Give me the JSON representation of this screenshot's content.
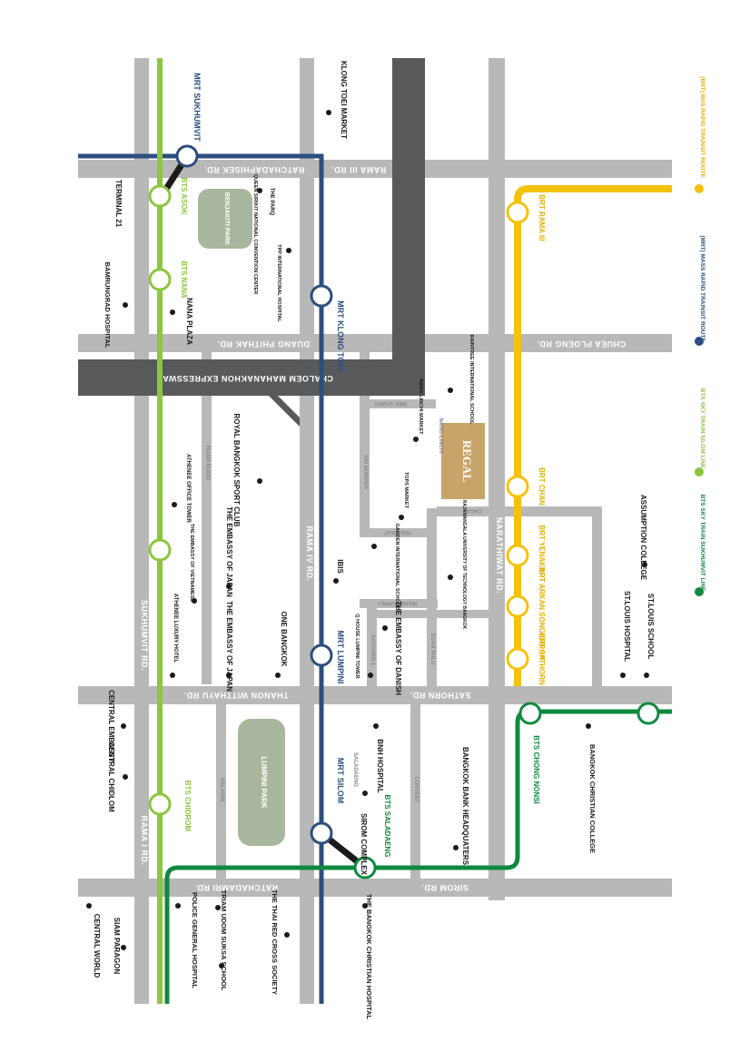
{
  "colors": {
    "road": "#b8b8b8",
    "expressway": "#58595b",
    "bts_sukhumvit": "#8cc63f",
    "bts_silom": "#0e8a3e",
    "mrt": "#2b4f7e",
    "brt": "#f4c20d",
    "park": "#a9b69e",
    "regal": "#c9a46a"
  },
  "roads": {
    "rama3": "RAMA III RD.",
    "ratchadaphisek": "RATCHADAPHISEK RD.",
    "duang_phithak": "DUANG PHITHAK RD.",
    "chuea_ploeng": "CHUEA PLOENG RD.",
    "expressway": "CHALOEM MAHANAKHON EXPRESSWAY",
    "sukhumvit": "SUKHUMVIT RD.",
    "rama4": "RAMA IV RD.",
    "narathiwat": "NARATHIWAT RD.",
    "witthayu": "THANON WITTHAYU RD.",
    "sathorn": "SATHORN RD.",
    "rama1": "RAMA I RD.",
    "ratchadamri": "RATCHADAMRI RD.",
    "sirom": "SIROM RD.",
    "ruam_ruedi": "RUAM RUEDI",
    "sri_bumpen": "SRI BUMPEN",
    "yen_akat": "YEN AKAT",
    "ngam_duphli": "NGAM DUPHLI",
    "mek_sawat": "MEK SAWAT",
    "nang_linchi": "NANG LINCHI",
    "chan": "CHAN",
    "sathorn1": "SATHORN 1",
    "suan_phlu": "SUAN PHLU",
    "saladaeng": "SALADAENG",
    "convent": "CONVENT",
    "salasin": "SALASIN"
  },
  "stations": {
    "mrt_sukhumvit": "MRT SUKHUMVIT",
    "mrt_klong_toei": "MRT KLONG TOEI",
    "mrt_lumpini": "MRT LUMPINI",
    "mrt_silom": "MRT SILOM",
    "bts_asok": "BTS ASOK",
    "bts_nana": "BTS NANA",
    "bts_chidrom": "BTS CHIDROM",
    "bts_saladaeng": "BTS SALADAENG",
    "bts_chong_nonsi": "BTS CHONG NONSI",
    "brt_rama3": "BRT RAMA III",
    "brt_chan": "BRT CHAN",
    "brt_yenakart": "BRT YENAKART",
    "brt_arkan": "BRT ARKAN SONGKHROH",
    "brt_sathorn": "BRT SATHORN"
  },
  "places": {
    "terminal21": "TERMINAL 21",
    "bamrungrad": "BAMRUNGRAD HOSPITAL",
    "nana_plaza": "NANA PLAZA",
    "benjakiti": "BENJAKITI PARK",
    "qsncc": "QUEEN SIRIKIT NATIONAL CONVENTION CENTER",
    "the_parq": "THE PARQ",
    "tpp": "TPP INTERNATIONAL HOSPITAL",
    "klong_toei_market": "KLONG TOEI MARKET",
    "raintree": "RAINTREE INTERNATIONAL SCHOOL",
    "nang_linchi_market": "NANG LINCHI MARKET",
    "tops": "TOPS MARKET",
    "garden": "GARDEN INTERNATIONAL SCHOOL",
    "rajamangala": "RAJAMANGALA UNIVERSITY OF TECHNOLOGY BANGKOK",
    "athenee_tower": "ATHENEE OFFICE TOWER",
    "royal_sport": "ROYAL BANGKOK SPORT CLUB",
    "emb_vietnam": "THE EMBASSY OF VIETNAMESE",
    "emb_japan1": "THE EMBASSY OF JAPAN",
    "emb_japan2": "THE EMBASSY OF JAPAN",
    "athenee_hotel": "ATHENEE LUXURY HOTEL",
    "one_bangkok": "ONE BANGKOK",
    "ibis": "IBIS",
    "q_house": "Q HOUSE LUMPINI TOWER",
    "emb_danish": "THE EMBASSY OF DANISH",
    "assumption": "ASSUMPTION COLLEGE",
    "st_louis_hosp": "ST.LOUIS HOSPITAL",
    "st_louis_school": "ST.LOUIS SCHOOL",
    "central_chidlom": "CENTRAL CHIDLOM",
    "central_embassy": "CENTRAL EMBASSY",
    "lumpini_park": "LUMPINI PARK",
    "sirom_complex": "SIROM COMPLEX",
    "bnh": "BNH HOSPITAL",
    "bangkok_bank": "BANGKOK BANK HEADQUATERS",
    "bangkok_christian_college": "BANGKOK CHRISTIAN COLLEGE",
    "central_world": "CENTRAL WORLD",
    "siam_paragon": "SIAM PARAGON",
    "police_hospital": "POLICE GENERAL HOSPITAL",
    "triam_udom": "TRIAM UDOM SUKSA SCHOOL",
    "red_cross": "THE THAI RED CROSS SOCIETY",
    "christian_hospital": "THE BANGKOK CHRISTIAN HOSPITAL"
  },
  "regal_logo": "REGAL",
  "legend": [
    {
      "label": "BTS SKY TRAIN SUKHUMVIT LINE",
      "color": "#0e8a3e"
    },
    {
      "label": "BTS SKY TRAIN SILOM LINE",
      "color": "#8cc63f"
    },
    {
      "label": "(MRT) MASS RAPID TRAINSIT ROUTE",
      "color": "#2b4f7e"
    },
    {
      "label": "(BRT) BUS RAPID TRAINSIT ROUTE",
      "color": "#f4c20d"
    }
  ]
}
